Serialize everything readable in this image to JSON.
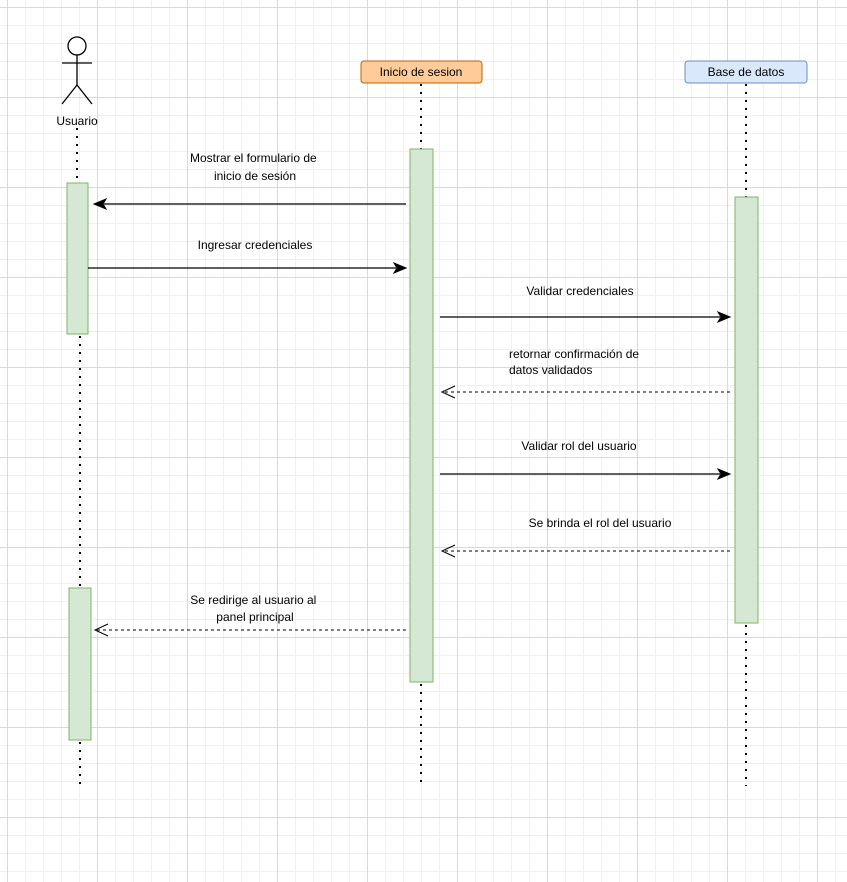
{
  "actor": {
    "label": "Usuario"
  },
  "lifelines": [
    {
      "id": "inicio",
      "label": "Inicio de sesion",
      "fill": "#ffcc99",
      "stroke": "#b46504"
    },
    {
      "id": "base",
      "label": "Base de datos",
      "fill": "#dae8fc",
      "stroke": "#6c8ebf"
    }
  ],
  "activation_style": {
    "fill": "#d5e8d4",
    "stroke": "#82b366"
  },
  "messages": [
    {
      "id": "m1",
      "lines": [
        "Mostrar el formulario de",
        "inicio de sesión"
      ],
      "from": "Inicio de sesion",
      "to": "Usuario",
      "style": "solid"
    },
    {
      "id": "m2",
      "lines": [
        "Ingresar credenciales"
      ],
      "from": "Usuario",
      "to": "Inicio de sesion",
      "style": "solid"
    },
    {
      "id": "m3",
      "lines": [
        "Validar credenciales"
      ],
      "from": "Inicio de sesion",
      "to": "Base de datos",
      "style": "solid"
    },
    {
      "id": "m4",
      "lines": [
        "retornar confirmación de",
        "datos validados"
      ],
      "from": "Base de datos",
      "to": "Inicio de sesion",
      "style": "dashed"
    },
    {
      "id": "m5",
      "lines": [
        "Validar rol del usuario"
      ],
      "from": "Inicio de sesion",
      "to": "Base de datos",
      "style": "solid"
    },
    {
      "id": "m6",
      "lines": [
        "Se brinda el rol del usuario"
      ],
      "from": "Base de datos",
      "to": "Inicio de sesion",
      "style": "dashed"
    },
    {
      "id": "m7",
      "lines": [
        "Se redirige al usuario al",
        "panel principal"
      ],
      "from": "Inicio de sesion",
      "to": "Usuario",
      "style": "dashed"
    }
  ]
}
